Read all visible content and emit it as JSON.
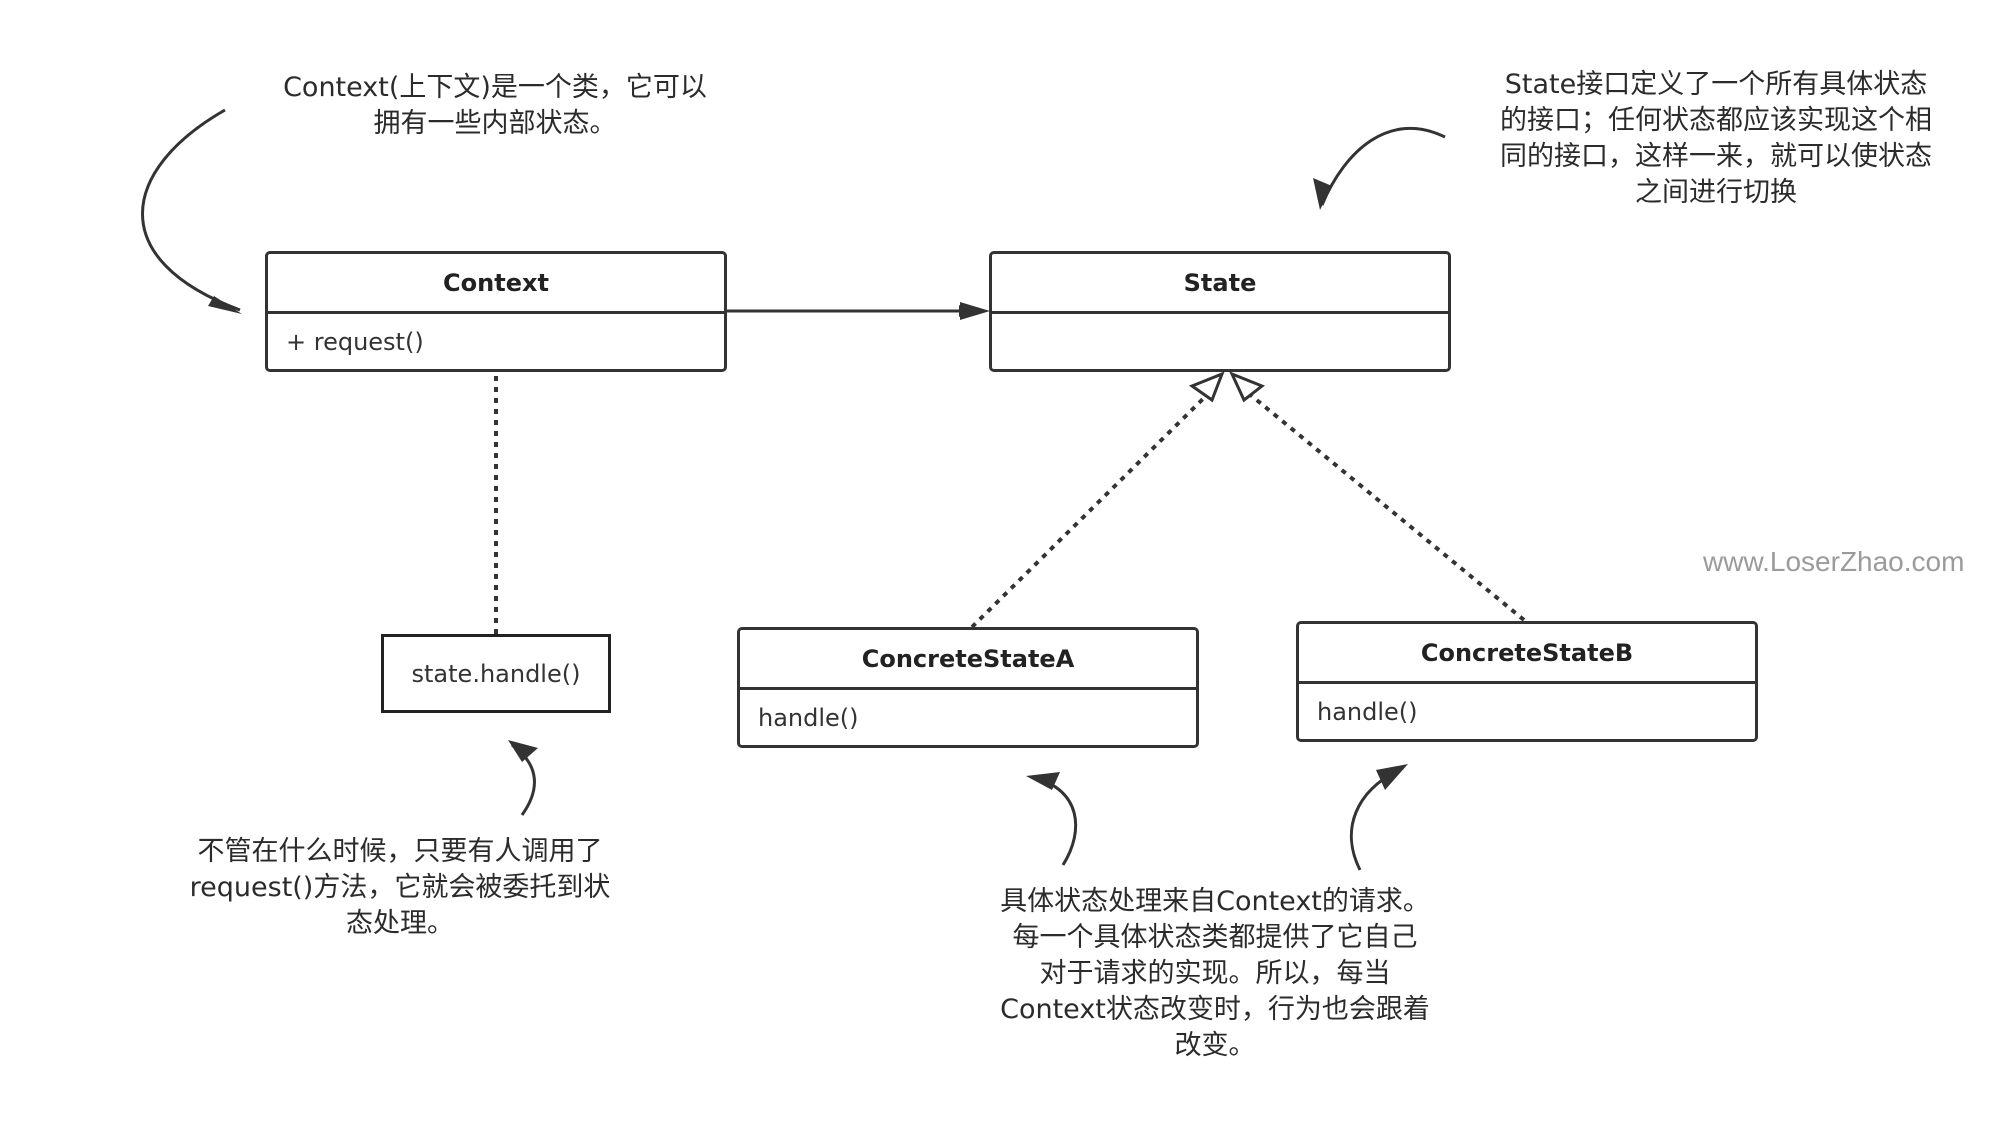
{
  "notes": {
    "context": "Context(上下文)是一个类，它可以\n拥有一些内部状态。",
    "state": "State接口定义了一个所有具体状态\n的接口；任何状态都应该实现这个相\n同的接口，这样一来，就可以使状态\n之间进行切换",
    "handle": "不管在什么时候，只要有人调用了\nrequest()方法，它就会被委托到状\n态处理。",
    "concrete": "具体状态处理来自Context的请求。\n每一个具体状态类都提供了它自己\n对于请求的实现。所以，每当\nContext状态改变时，行为也会跟着\n改变。"
  },
  "classes": {
    "context": {
      "name": "Context",
      "method": "+ request()"
    },
    "state": {
      "name": "State",
      "method": ""
    },
    "concreteA": {
      "name": "ConcreteStateA",
      "method": "handle()"
    },
    "concreteB": {
      "name": "ConcreteStateB",
      "method": "handle()"
    }
  },
  "handle_note": "state.handle()",
  "watermark": "www.LoserZhao.com",
  "colors": {
    "line": "#333333",
    "text": "#2b2b2b",
    "watermark": "#9b9b9b"
  }
}
